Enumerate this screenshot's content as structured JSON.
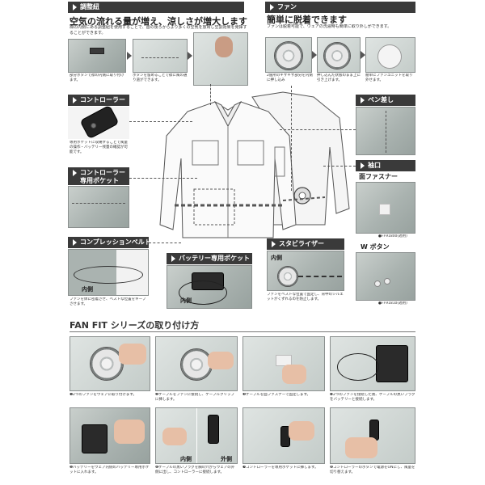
{
  "panel_vent": {
    "header": "調整紐",
    "headline": "空気の流れる量が増え、涼しさが増大します",
    "desc": "襟の内側にある調整紐を使用することで、首の後ろからより多くの空気を放出し空調効果を発揮することができます。",
    "captions": [
      " 部分ボタンで襟の内側に取り付けます。",
      "ボタンを留めることで襟に風の通り道ができます。",
      ""
    ]
  },
  "panel_fan": {
    "header": "ファン",
    "headline": "簡単に脱着できます",
    "desc": "ファンは脱着可能で、ウェアの洗濯時も簡単に取り外しができます。",
    "captions": [
      "2箇所のギザギザ部分を内側に押し込み",
      "押し込んだ状態のまま上に引き上げます。",
      "簡単にファンユニットを取り外せます。"
    ]
  },
  "controller": {
    "header": "コントローラー",
    "desc": "専用ポケットに収納することで風量の操作・バッテリー残量の確認が可能です。"
  },
  "pen": {
    "header": "ペン差し"
  },
  "cuff": {
    "header": "袖口",
    "surface_fastener": "面ファスナー",
    "w_button": "W ボタン",
    "note_a": "●FF91800(適用)",
    "note_b": "●FF91810(適用)"
  },
  "controller_pocket": {
    "header_line1": "コントローラー",
    "header_line2": "専用ポケット"
  },
  "compression_belt": {
    "header": "コンプレッションベルト",
    "inside_label": "内側",
    "desc": "ファンを体に密着させ、ベストな位置をキープさせます。"
  },
  "battery_pocket": {
    "header": "バッテリー専用ポケット",
    "inside_label": "内側"
  },
  "stabilizer": {
    "header": "スタビライザー",
    "inside_label": "内側",
    "desc": "ファンをベストな位置で固定し、背中のシルエットがくずれるのを防止します。"
  },
  "install": {
    "title": "FAN FIT シリーズの取り付け方",
    "steps": [
      "❶2つのファンをウェアに取り付けます。",
      "❷ケーブルをファンに接続し、ケーブルクリップに挿します。",
      "❸ケーブルを面ファスナーで固定します。",
      "❹2つのファンを接続した後、ケーブルの黒いプラグをバッテリーと接続します。",
      "❺バッテリーをウェア内側のバッテリー専用ポケットに入れます。",
      "❻ケーブルの黒いプラグを胸の穴からウェアの外側に出し、コントローラーに接続します。",
      "❼コントローラーを専用ポケットに挿します。",
      "❽コントローラーのボタンで電源をONにし、風量を切り替えます。"
    ],
    "step6_inside": "内側",
    "step6_outside": "外側"
  },
  "colors": {
    "header_bg": "#3a3a3a",
    "fabric": "#aab3b0"
  },
  "icons": [
    "triangle-marker-icon",
    "fan-icon",
    "controller-icon",
    "battery-icon",
    "arrow-right-icon"
  ]
}
